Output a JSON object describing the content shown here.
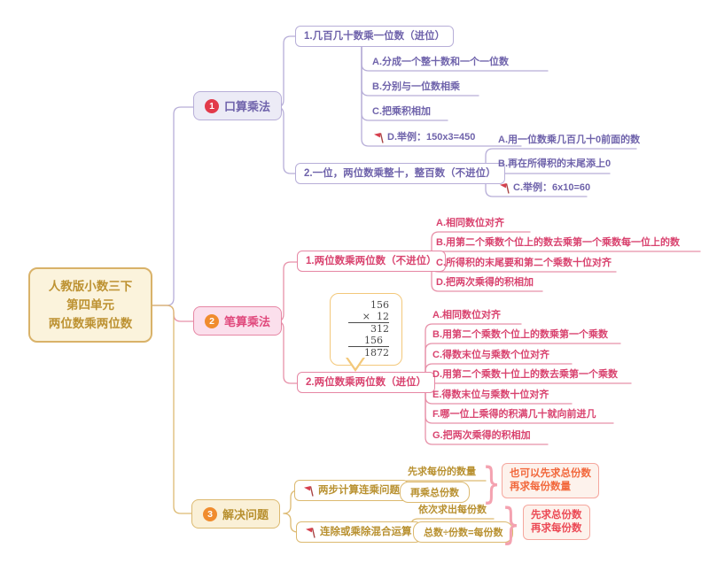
{
  "root": {
    "line1": "人教版小数三下",
    "line2": "第四单元",
    "line3": "两位数乘两位数"
  },
  "branch1": {
    "num": "1",
    "label": "口算乘法",
    "sub1": {
      "label": "1.几百几十数乘一位数（进位）",
      "a": "A.分成一个整十数和一个一位数",
      "b": "B.分别与一位数相乘",
      "c": "C.把乘积相加",
      "d": "D.举例：150x3=450"
    },
    "sub2": {
      "label": "2.一位，两位数乘整十，整百数（不进位）",
      "a": "A.用一位数乘几百几十0前面的数",
      "b": "B.再在所得积的末尾添上0",
      "c": "C.举例：6x10=60"
    }
  },
  "branch2": {
    "num": "2",
    "label": "笔算乘法",
    "sub1": {
      "label": "1.两位数乘两位数（不进位）",
      "a": "A.相同数位对齐",
      "b": "B.用第二个乘数个位上的数去乘第一个乘数每一位上的数",
      "c": "C.所得积的末尾要和第二个乘数十位对齐",
      "d": "D.把两次乘得的积相加"
    },
    "callout": {
      "line1": "156",
      "line2": "×  12",
      "line3": "312",
      "line4": "156",
      "line5": "1872"
    },
    "sub2": {
      "label": "2.两位数乘两位数（进位）",
      "a": "A.相同数位对齐",
      "b": "B.用第二个乘数个位上的数乘第一个乘数",
      "c": "C.得数末位与乘数个位对齐",
      "d": "D.用第二个乘数十位上的数去乘第一个乘数",
      "e": "E.得数末位与乘数十位对齐",
      "f": "F.哪一位上乘得的积满几十就向前进几",
      "g": "G.把两次乘得的积相加"
    }
  },
  "branch3": {
    "num": "3",
    "label": "解决问题",
    "sub1": {
      "label": "两步计算连乘问题",
      "step1": "先求每份的数量",
      "step2": "再乘总份数",
      "note_line1": "也可以先求总份数",
      "note_line2": "再求每份数量"
    },
    "sub2": {
      "label": "连除或乘除混合运算",
      "step1": "依次求出每份数",
      "step2": "总数÷份数=每份数",
      "note_line1": "先求总份数",
      "note_line2": "再求每份数"
    }
  },
  "misc": {
    "brace": "}"
  },
  "colors": {
    "branch1_line": "#b7aed8",
    "branch1_text": "#6f63ab",
    "branch1_bg": "#ecebf6",
    "branch2_line": "#e791a9",
    "branch2_text": "#d9436f",
    "branch2_bg": "#fbdfec",
    "branch3_line": "#ddba72",
    "branch3_text": "#b8902f",
    "branch3_bg": "#faf0d7",
    "root_border": "#d9b269",
    "root_bg": "#fbf3dc",
    "root_text": "#bd9232",
    "badge1": "#e23a4a",
    "badge2": "#f08c2e",
    "badge3": "#f08c2e",
    "flag": "#d6404e",
    "callout_border": "#f3c87a",
    "note_border": "#f5a79e",
    "note1_text": "#f2683c",
    "note2_text": "#ec4a55"
  }
}
